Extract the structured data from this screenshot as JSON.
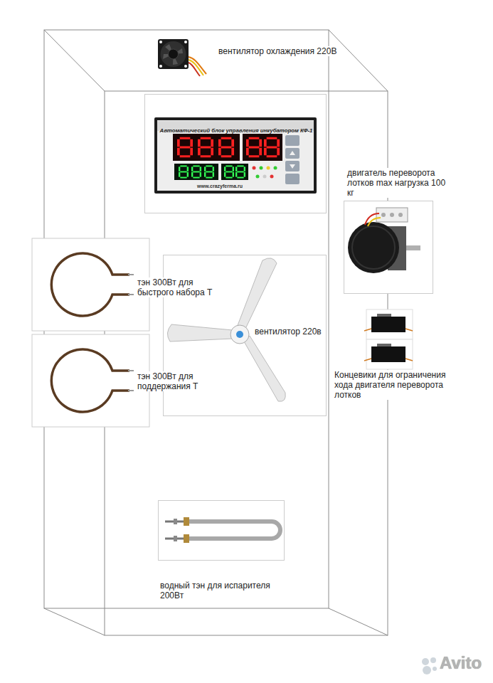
{
  "diagram": {
    "nodes": [
      {
        "text": [
          "Автоматический блок управления инкубатором КФ-1",
          "www.crazyferma.ru"
        ]
      },
      {
        "text": [
          "вентилятор 220в"
        ]
      },
      {
        "text": [
          "двигатель переворота лотков max нагрузка 100 кг"
        ]
      },
      {
        "text": [
          "водный тэн для испарителя 200Вт"
        ]
      }
    ],
    "labels": [
      "вентилятор охлаждения 220В",
      "тэн 300Вт для быстрого набора Т",
      "тэн 300Вт для поддержания Т",
      "Концевики для ограничения хода двигателя переворота лотков",
      "Avito"
    ]
  }
}
